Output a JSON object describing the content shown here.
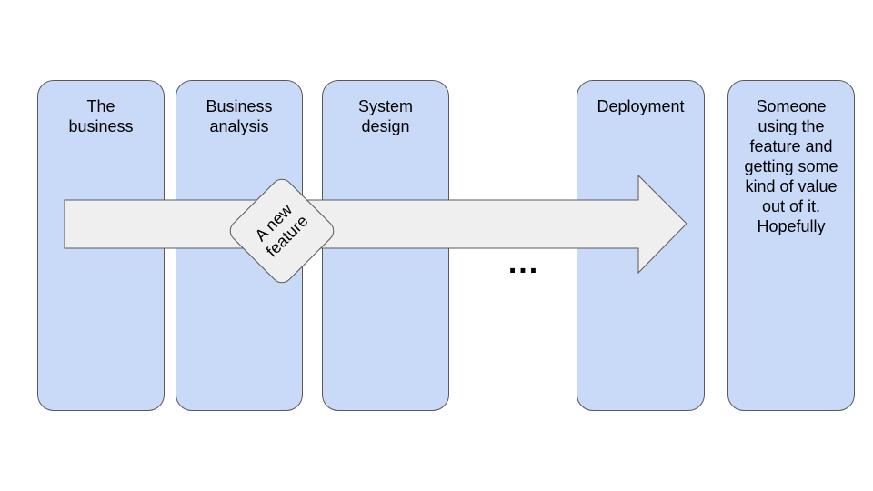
{
  "columns": [
    {
      "id": "the-business",
      "label": "The\nbusiness"
    },
    {
      "id": "business-analysis",
      "label": "Business\nanalysis"
    },
    {
      "id": "system-design",
      "label": "System\ndesign"
    },
    {
      "id": "deployment",
      "label": "Deployment"
    },
    {
      "id": "someone-using",
      "label": "Someone\nusing the\nfeature and\ngetting some\nkind of value\nout of it.\nHopefully"
    }
  ],
  "ellipsis": "...",
  "card": {
    "label": "A new\nfeature"
  },
  "colors": {
    "column_fill": "#c9daf8",
    "column_stroke": "#595959",
    "arrow_fill": "#efefef",
    "card_fill": "#efefef"
  }
}
